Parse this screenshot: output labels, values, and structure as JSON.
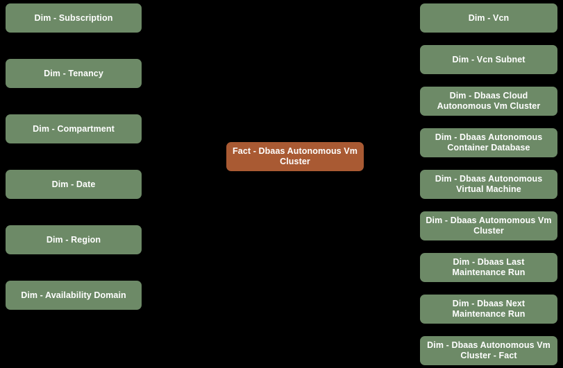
{
  "diagram": {
    "type": "star-schema",
    "background_color": "#000000",
    "dimension_color": "#6d8a67",
    "fact_color": "#a95a33",
    "text_color": "#ffffff",
    "fact": {
      "label": "Fact - Dbaas Autonomous Vm Cluster"
    },
    "left_dimensions": [
      {
        "label": "Dim - Subscription"
      },
      {
        "label": "Dim - Tenancy"
      },
      {
        "label": "Dim - Compartment"
      },
      {
        "label": "Dim - Date"
      },
      {
        "label": "Dim - Region"
      },
      {
        "label": "Dim - Availability Domain"
      }
    ],
    "right_dimensions": [
      {
        "label": "Dim - Vcn"
      },
      {
        "label": "Dim - Vcn Subnet"
      },
      {
        "label": "Dim - Dbaas Cloud Autonomous Vm Cluster"
      },
      {
        "label": "Dim - Dbaas Autonomous Container Database"
      },
      {
        "label": "Dim - Dbaas Autonomous Virtual Machine"
      },
      {
        "label": "Dim - Dbaas Automomous Vm Cluster"
      },
      {
        "label": "Dim - Dbaas Last Maintenance Run"
      },
      {
        "label": "Dim - Dbaas Next Maintenance Run"
      },
      {
        "label": "Dim - Dbaas Autonomous Vm Cluster - Fact"
      }
    ]
  }
}
